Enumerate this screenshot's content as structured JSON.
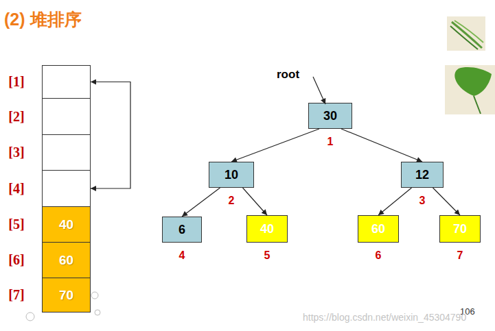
{
  "diagram": {
    "title": "(2) 堆排序",
    "nodes": [
      {
        "text": [
          "[1]"
        ]
      },
      {
        "text": [
          "[2]"
        ]
      },
      {
        "text": [
          "[3]"
        ]
      },
      {
        "text": [
          "[4]"
        ]
      },
      {
        "text": [
          "[5]",
          "40"
        ]
      },
      {
        "text": [
          "[6]",
          "60"
        ]
      },
      {
        "text": [
          "[7]",
          "70"
        ]
      },
      {
        "text": [
          "30",
          "1"
        ]
      },
      {
        "text": [
          "10",
          "2"
        ]
      },
      {
        "text": [
          "12",
          "3"
        ]
      },
      {
        "text": [
          "6",
          "4"
        ]
      },
      {
        "text": [
          "40",
          "5"
        ]
      },
      {
        "text": [
          "60",
          "6"
        ]
      },
      {
        "text": [
          "70",
          "7"
        ]
      }
    ],
    "edges": [
      {
        "from": 0,
        "to": 3,
        "arrow": "both"
      },
      {
        "from": 7,
        "to": 8,
        "arrow": "to"
      },
      {
        "from": 7,
        "to": 9,
        "arrow": "to"
      },
      {
        "from": 8,
        "to": 10,
        "arrow": "to"
      },
      {
        "from": 8,
        "to": 11,
        "arrow": "to"
      },
      {
        "from": 9,
        "to": 12,
        "arrow": "to"
      },
      {
        "from": 9,
        "to": 13,
        "arrow": "to"
      }
    ],
    "labels": [
      "root",
      "106",
      "https://blog.csdn.net/weixin_45304790"
    ]
  }
}
